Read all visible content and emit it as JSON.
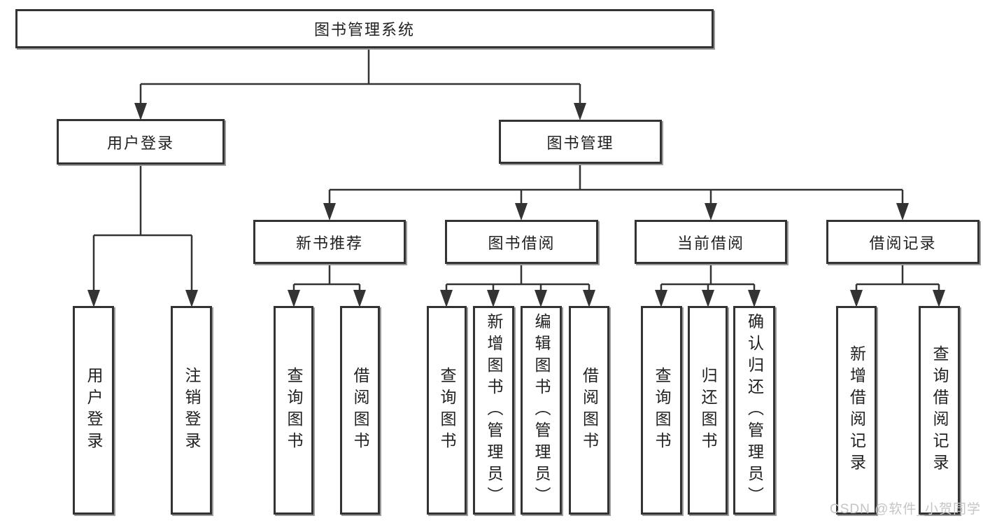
{
  "root": {
    "label": "图书管理系统"
  },
  "user_login": {
    "label": "用户登录",
    "leaves": [
      "用户登录",
      "注销登录"
    ]
  },
  "book_mgmt": {
    "label": "图书管理",
    "children": [
      {
        "label": "新书推荐",
        "leaves": [
          "查询图书",
          "借阅图书"
        ]
      },
      {
        "label": "图书借阅",
        "leaves": [
          "查询图书",
          "新增图书（管理员）",
          "编辑图书（管理员）",
          "借阅图书"
        ]
      },
      {
        "label": "当前借阅",
        "leaves": [
          "查询图书",
          "归还图书",
          "确认归还（管理员）"
        ]
      },
      {
        "label": "借阅记录",
        "leaves": [
          "新增借阅记录",
          "查询借阅记录"
        ]
      }
    ]
  },
  "watermark": "CSDN @软件_小贺同学",
  "colors": {
    "line": "#333333",
    "box_border": "#333333",
    "box_fill": "#ffffff",
    "text": "#212121",
    "shadow": "#9b9b9b",
    "watermark": "#c5c5c5",
    "background": "#ffffff"
  }
}
